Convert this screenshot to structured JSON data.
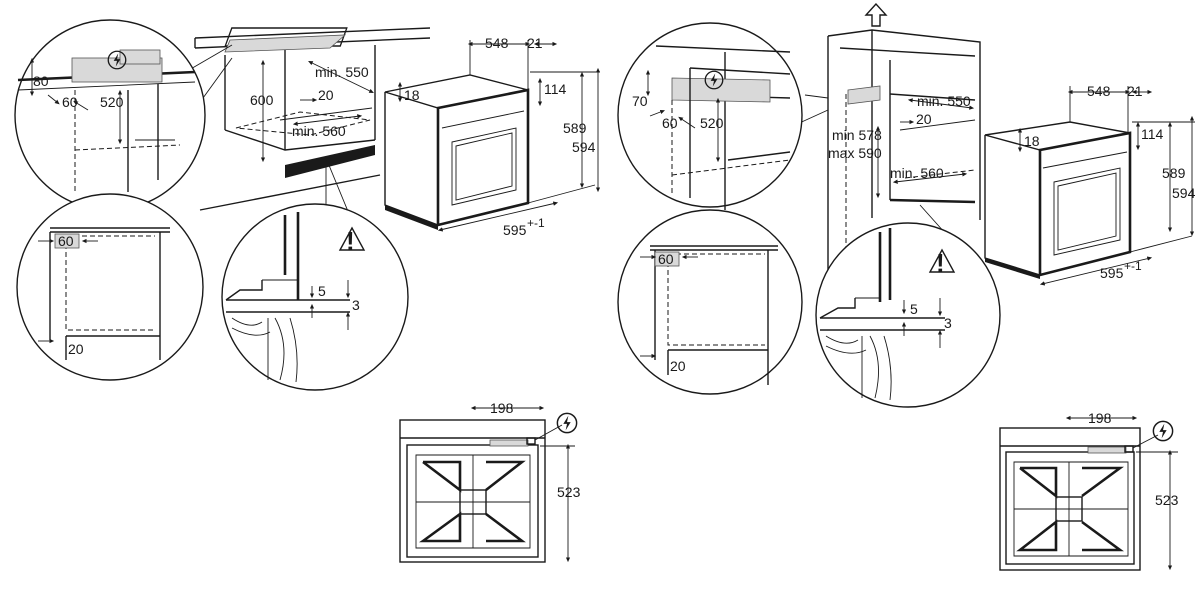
{
  "colors": {
    "line": "#1a1a1a",
    "zone": "#d9d9d9",
    "background": "#ffffff"
  },
  "icons": {
    "warning": "warning-triangle-icon",
    "power": "electric-bolt-icon",
    "up_arrow": "up-arrow-icon"
  },
  "warning_symbol": "!",
  "power_symbol": "ϟ",
  "left_installation": {
    "worktop_detail": {
      "d80": "80",
      "d60": "60",
      "d520": "520"
    },
    "cabinet": {
      "d600": "600",
      "min550": "min. 550",
      "d20": "20",
      "min560": "min. 560"
    },
    "oven": {
      "d548": "548",
      "d21": "21",
      "d18": "18",
      "d114": "114",
      "d589": "589",
      "d594": "594",
      "d595": "595",
      "tol": "+-1"
    },
    "side_detail": {
      "d60": "60",
      "d20": "20"
    },
    "gap_detail": {
      "d5": "5",
      "d3": "3"
    }
  },
  "right_installation": {
    "column_detail": {
      "d70": "70",
      "d60": "60",
      "d520": "520"
    },
    "cabinet": {
      "min578": "min 578",
      "max590": "max 590",
      "min550": "min. 550",
      "d20": "20",
      "min560": "min. 560"
    },
    "oven": {
      "d548": "548",
      "d21": "21",
      "d18": "18",
      "d114": "114",
      "d589": "589",
      "d594": "594",
      "d595": "595",
      "tol": "+-1"
    },
    "side_detail": {
      "d60": "60",
      "d20": "20"
    },
    "gap_detail": {
      "d5": "5",
      "d3": "3"
    }
  },
  "top_views": [
    {
      "d198": "198",
      "d523": "523"
    },
    {
      "d198": "198",
      "d523": "523"
    }
  ]
}
